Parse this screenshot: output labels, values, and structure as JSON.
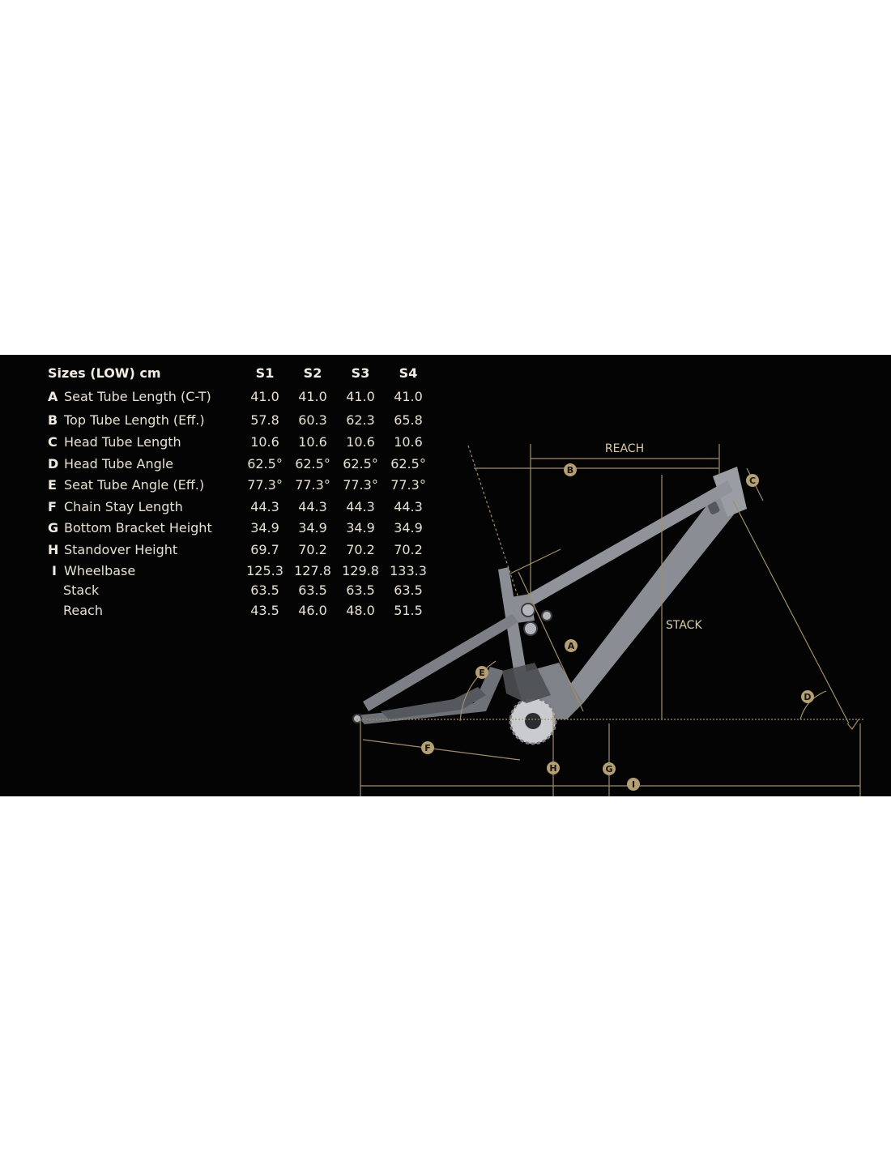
{
  "table": {
    "title": "Sizes (LOW) cm",
    "sizes": [
      "S1",
      "S2",
      "S3",
      "S4"
    ],
    "rows": [
      {
        "letter": "A",
        "label": "Seat Tube Length (C-T)",
        "values": [
          "41.0",
          "41.0",
          "41.0",
          "41.0"
        ]
      },
      {
        "letter": "B",
        "label": "Top Tube Length (Eff.)",
        "values": [
          "57.8",
          "60.3",
          "62.3",
          "65.8"
        ]
      },
      {
        "letter": "C",
        "label": "Head Tube Length",
        "values": [
          "10.6",
          "10.6",
          "10.6",
          "10.6"
        ]
      },
      {
        "letter": "D",
        "label": "Head Tube Angle",
        "values": [
          "62.5°",
          "62.5°",
          "62.5°",
          "62.5°"
        ]
      },
      {
        "letter": "E",
        "label": "Seat Tube Angle (Eff.)",
        "values": [
          "77.3°",
          "77.3°",
          "77.3°",
          "77.3°"
        ]
      },
      {
        "letter": "F",
        "label": "Chain Stay Length",
        "values": [
          "44.3",
          "44.3",
          "44.3",
          "44.3"
        ]
      },
      {
        "letter": "G",
        "label": "Bottom Bracket Height",
        "values": [
          "34.9",
          "34.9",
          "34.9",
          "34.9"
        ]
      },
      {
        "letter": "H",
        "label": "Standover Height",
        "values": [
          "69.7",
          "70.2",
          "70.2",
          "70.2"
        ]
      },
      {
        "letter": "I",
        "label": "Wheelbase",
        "values": [
          "125.3",
          "127.8",
          "129.8",
          "133.3"
        ]
      },
      {
        "letter": "",
        "label": "Stack",
        "values": [
          "63.5",
          "63.5",
          "63.5",
          "63.5"
        ]
      },
      {
        "letter": "",
        "label": "Reach",
        "values": [
          "43.5",
          "46.0",
          "48.0",
          "51.5"
        ]
      }
    ]
  },
  "diagram": {
    "reach_label": "REACH",
    "stack_label": "STACK",
    "markers": [
      "A",
      "B",
      "C",
      "D",
      "E",
      "F",
      "G",
      "H",
      "I"
    ]
  },
  "colors": {
    "panel_background": "#040404",
    "text": "#e7e1d2",
    "dimension_line": "#a08e6a",
    "marker_fill": "#b59f74",
    "frame": "#8a8d93"
  }
}
